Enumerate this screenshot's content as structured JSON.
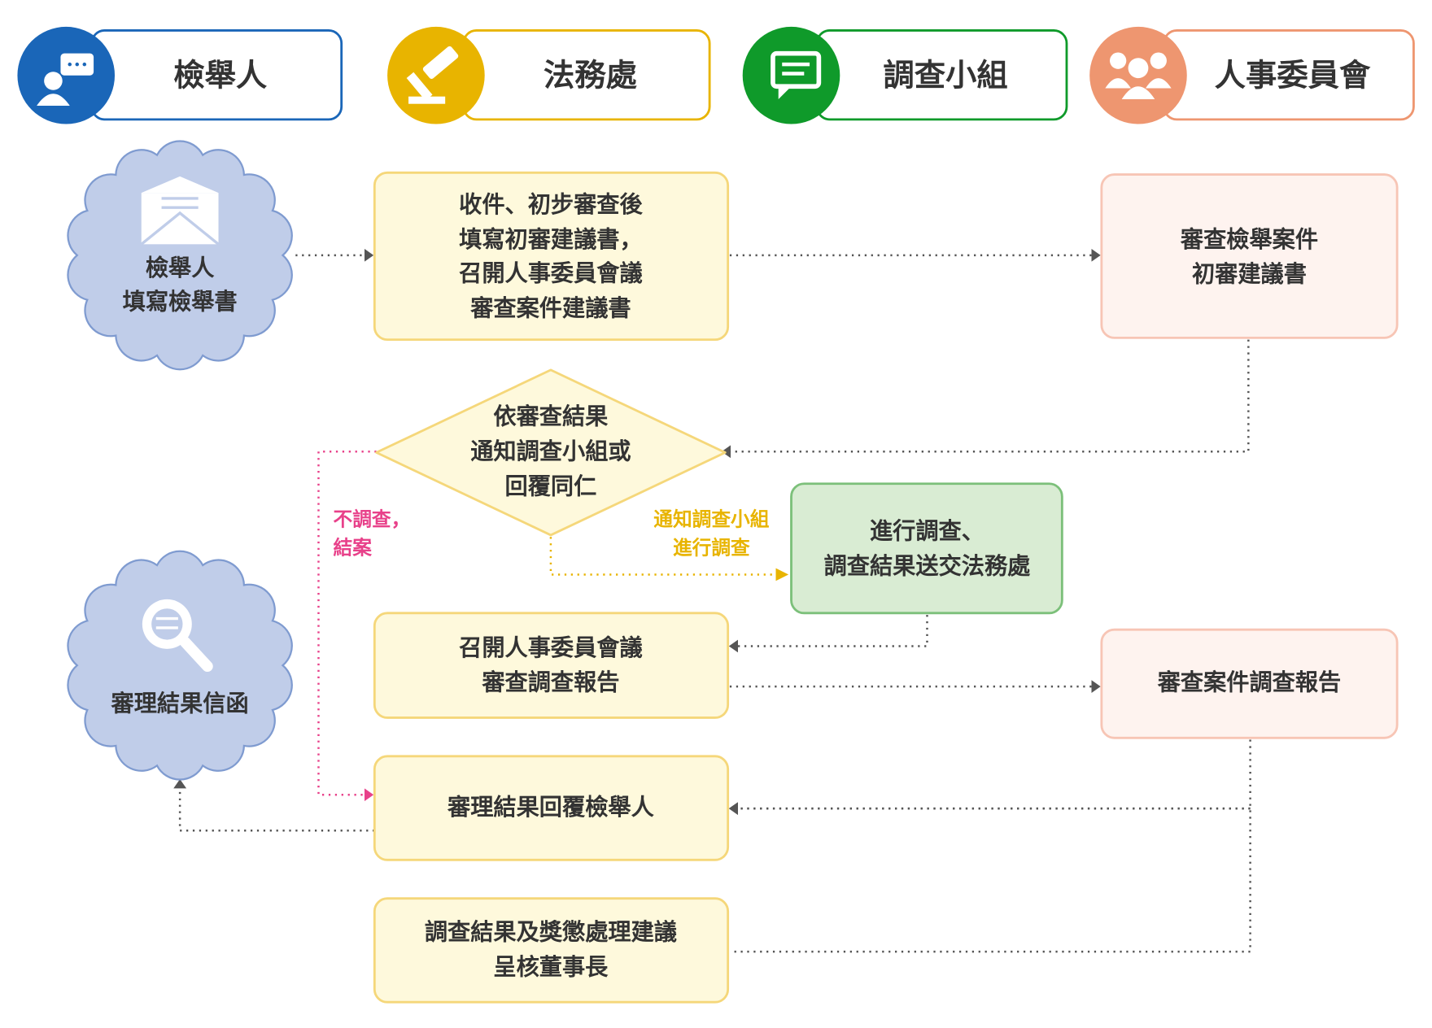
{
  "lanes": [
    {
      "label": "檢舉人",
      "icon": "reporter-chat-icon",
      "color": "#1a66b8"
    },
    {
      "label": "法務處",
      "icon": "gavel-icon",
      "color": "#e8b400"
    },
    {
      "label": "調查小組",
      "icon": "chat-board-icon",
      "color": "#0f9a2a"
    },
    {
      "label": "人事委員會",
      "icon": "group-icon",
      "color": "#ee9670"
    }
  ],
  "nodes": {
    "report": {
      "lines": [
        "檢舉人",
        "填寫檢舉書"
      ]
    },
    "intake": {
      "lines": [
        "收件、初步審查後",
        "填寫初審建議書，",
        "召開人事委員會議",
        "審查案件建議書"
      ]
    },
    "committee_review": {
      "lines": [
        "審查檢舉案件",
        "初審建議書"
      ]
    },
    "decision": {
      "lines": [
        "依審查結果",
        "通知調查小組或",
        "回覆同仁"
      ]
    },
    "investigate": {
      "lines": [
        "進行調查、",
        "調查結果送交法務處"
      ]
    },
    "meeting": {
      "lines": [
        "召開人事委員會議",
        "審查調查報告"
      ]
    },
    "committee_report": {
      "lines": [
        "審查案件調查報告"
      ]
    },
    "reply": {
      "lines": [
        "審理結果回覆檢舉人"
      ]
    },
    "letter": {
      "lines": [
        "審理結果信函"
      ]
    },
    "final": {
      "lines": [
        "調查結果及獎懲處理建議",
        "呈核董事長"
      ]
    }
  },
  "edge_labels": {
    "no_investigation": [
      "不調查，",
      "結案"
    ],
    "notify_team": [
      "通知調查小組",
      "進行調查"
    ]
  },
  "colors": {
    "pink": "#e8418a",
    "yellow_edge": "#e8b400",
    "box_yellow": "#fef9dc",
    "box_pink": "#fef3ef",
    "box_green": "#d9ecd3",
    "cloud": "#c0cde9"
  }
}
